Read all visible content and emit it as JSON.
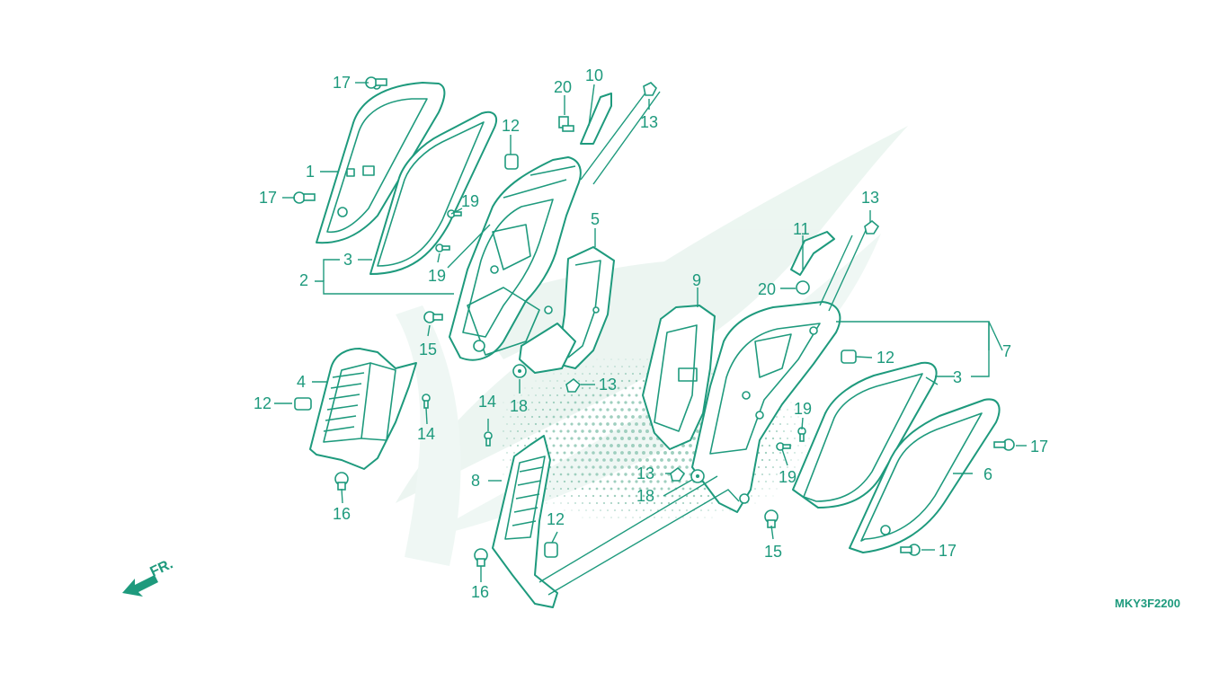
{
  "diagram": {
    "accent_color": "#1e9a7d",
    "watermark_color": "#e8f4ef",
    "drawing_code": "MKY3F2200",
    "direction_label": "FR.",
    "callouts": {
      "c1": "1",
      "c2": "2",
      "c3a": "3",
      "c3b": "3",
      "c4": "4",
      "c5": "5",
      "c6": "6",
      "c7": "7",
      "c8": "8",
      "c9": "9",
      "c10": "10",
      "c11": "11",
      "c12a": "12",
      "c12b": "12",
      "c12c": "12",
      "c12d": "12",
      "c13a": "13",
      "c13b": "13",
      "c13c": "13",
      "c13d": "13",
      "c14a": "14",
      "c14b": "14",
      "c15a": "15",
      "c15b": "15",
      "c16a": "16",
      "c16b": "16",
      "c17a": "17",
      "c17b": "17",
      "c17c": "17",
      "c17d": "17",
      "c18a": "18",
      "c18b": "18",
      "c19a": "19",
      "c19b": "19",
      "c19c": "19",
      "c19d": "19",
      "c20a": "20",
      "c20b": "20"
    }
  }
}
